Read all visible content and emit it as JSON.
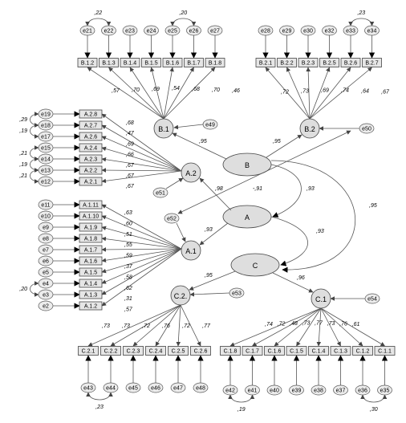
{
  "latents": {
    "B": "B",
    "A": "A",
    "C": "C",
    "B1": "B.1",
    "B2": "B.2",
    "A1": "A.1",
    "A2": "A.2",
    "C1": "C.1",
    "C2": "C.2."
  },
  "b1": {
    "items": [
      "B.1.2",
      "B.1.3",
      "B.1.4",
      "B.1.5",
      "B.1.6",
      "B.1.7",
      "B.1.8"
    ],
    "errors": [
      "e21",
      "e22",
      "e23",
      "e24",
      "e25",
      "e26",
      "e27"
    ],
    "loadings": [
      ",57",
      ",70",
      ",69",
      ",54",
      ",68",
      ",70",
      ",46"
    ],
    "covariances": [
      ",22",
      ",20"
    ]
  },
  "b2": {
    "items": [
      "B.2.1",
      "B.2.2",
      "B.2.3",
      "B.2.5",
      "B.2.6",
      "B.2.7"
    ],
    "errors": [
      "e28",
      "e29",
      "e30",
      "e32",
      "e33",
      "e34"
    ],
    "loadings": [
      ",72",
      ",73",
      ",69",
      ",74",
      ",64",
      ",67"
    ],
    "covariances": [
      ",23"
    ]
  },
  "a2": {
    "items": [
      "A.2.8",
      "A.2.7",
      "A.2.6",
      "A.2.4",
      "A.2.3",
      "A.2.2",
      "A.2.1"
    ],
    "errors": [
      "e19",
      "e18",
      "e17",
      "e15",
      "e14",
      "e13",
      "e12"
    ],
    "loadings": [
      ",68",
      ",47",
      ",69",
      ",66",
      ",67",
      ",67",
      ",67"
    ],
    "covariances": [
      ",29",
      ",19",
      ",21",
      ",19",
      ",21"
    ]
  },
  "a1": {
    "items": [
      "A.1.11",
      "A.1.10",
      "A.1.9",
      "A.1.8",
      "A.1.7",
      "A.1.6",
      "A.1.5",
      "A.1.4",
      "A.1.3",
      "A.1.2"
    ],
    "errors": [
      "e11",
      "e10",
      "e9",
      "e8",
      "e7",
      "e6",
      "e5",
      "e4",
      "e3",
      "e2"
    ],
    "loadings": [
      ",63",
      ",60",
      ",51",
      ",55",
      ",59",
      ",37",
      ",58",
      ",62",
      ",31",
      ",57"
    ],
    "covariances": [
      ",20"
    ]
  },
  "c2": {
    "items": [
      "C.2.1",
      "C.2.2",
      "C.2.3",
      "C.2.4",
      "C.2.5",
      "C.2.6"
    ],
    "errors": [
      "e43",
      "e44",
      "e45",
      "e46",
      "e47",
      "e48"
    ],
    "loadings": [
      ",73",
      ",73",
      ",72",
      ",76",
      ",72",
      ",77"
    ],
    "covariances": [
      ",23"
    ]
  },
  "c1": {
    "items": [
      "C.1.8",
      "C.1.7",
      "C.1.6",
      "C.1.5",
      "C.1.4",
      "C.1.3",
      "C.1.2",
      "C.1.1"
    ],
    "errors": [
      "e42",
      "e41",
      "e40",
      "e39",
      "e38",
      "e37",
      "e36",
      "e35"
    ],
    "loadings": [
      ",74",
      ",72",
      ",48",
      ",73",
      ",77",
      ",73",
      ",76",
      ",61"
    ],
    "covariances": [
      ",19",
      ",30"
    ]
  },
  "residuals": {
    "B1": "e49",
    "B2": "e50",
    "A2": "e51",
    "A1": "e52",
    "C2": "e53",
    "C1": "e54"
  },
  "paths": {
    "B_B1": ",95",
    "B_B2": ",95",
    "A_A2": ",98",
    "A_A1": ",93",
    "C_C2": ",95",
    "C_C1": ",96",
    "B_A": ",93",
    "A_C": ",93",
    "B_C": ",95",
    "e50_e52": "-,91"
  }
}
